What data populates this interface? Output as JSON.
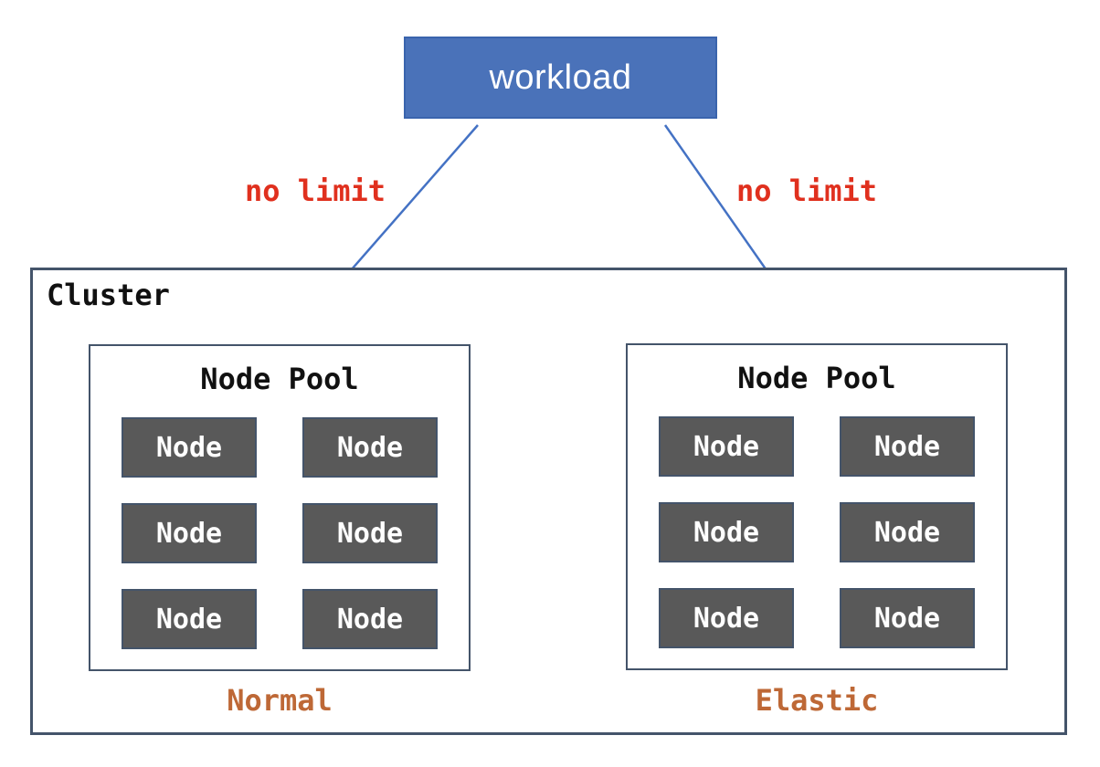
{
  "diagram": {
    "workload_label": "workload",
    "edge_labels": {
      "left": "no limit",
      "right": "no limit"
    },
    "cluster": {
      "label": "Cluster",
      "pools": [
        {
          "title": "Node Pool",
          "caption": "Normal",
          "nodes": [
            "Node",
            "Node",
            "Node",
            "Node",
            "Node",
            "Node"
          ]
        },
        {
          "title": "Node Pool",
          "caption": "Elastic",
          "nodes": [
            "Node",
            "Node",
            "Node",
            "Node",
            "Node",
            "Node"
          ]
        }
      ]
    },
    "colors": {
      "workload_fill": "#4A72B9",
      "workload_border": "#3A64AD",
      "workload_text": "#FFFFFF",
      "arrow": "#4472C4",
      "edge_label": "#E0301E",
      "box_border": "#44546A",
      "node_fill": "#595959",
      "node_text": "#FFFFFF",
      "label_text": "#111111",
      "caption": "#BE6836",
      "background": "#FFFFFF"
    }
  }
}
